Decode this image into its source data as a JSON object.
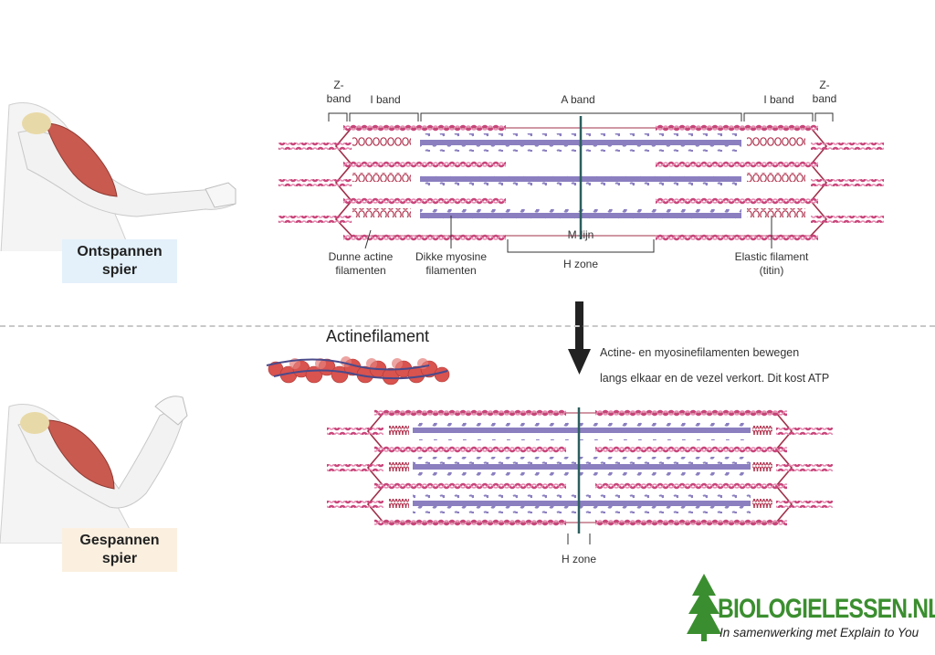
{
  "labels": {
    "z_band_left": "Z-\nband",
    "i_band_left": "I band",
    "a_band": "A band",
    "i_band_right": "I band",
    "z_band_right": "Z-\nband",
    "thin_actin": "Dunne actine\nfilamenten",
    "thick_myosin": "Dikke myosine\nfilamenten",
    "m_line": "M-lijn",
    "h_zone_top": "H zone",
    "elastic": "Elastic filament\n(titin)",
    "h_zone_bottom": "H zone"
  },
  "badges": {
    "relaxed": "Ontspannen\nspier",
    "tense": "Gespannen\nspier"
  },
  "actin_title": "Actinefilament",
  "description": {
    "line1": "Actine- en myosinefilamenten bewegen",
    "line2": "langs elkaar en de vezel verkort. Dit kost ATP"
  },
  "logo": {
    "main": "BIOLOGIELESSEN.NL",
    "sub": "In samenwerking met Explain to You"
  },
  "colors": {
    "actin": "#c8457a",
    "myosin": "#8b7fc0",
    "m_line": "#2b5f5f",
    "titin": "#a0304a",
    "muscle": "#c95a50",
    "logo_green": "#3b8e2f"
  }
}
